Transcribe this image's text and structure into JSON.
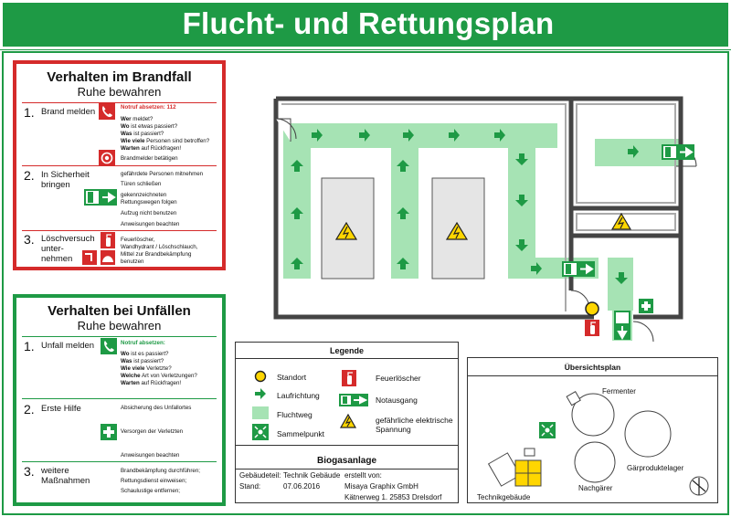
{
  "title": "Flucht- und Rettungsplan",
  "fire_panel": {
    "title": "Verhalten im Brandfall",
    "subtitle": "Ruhe bewahren",
    "steps": [
      {
        "num": "1.",
        "label": "Brand melden"
      },
      {
        "num": "2.",
        "label_line1": "In Sicherheit",
        "label_line2": "bringen"
      },
      {
        "num": "3.",
        "label_line1": "Löschversuch",
        "label_line2": "unter-",
        "label_line3": "nehmen"
      }
    ],
    "notruf": "Notruf absetzen: 112",
    "questions": [
      {
        "bold": "Wer",
        "rest": " meldet?"
      },
      {
        "bold": "Wo",
        "rest": " ist etwas passiert?"
      },
      {
        "bold": "Was",
        "rest": " ist passiert?"
      },
      {
        "bold": "Wie viele",
        "rest": " Personen sind betroffen?"
      },
      {
        "bold": "Warten",
        "rest": " auf Rückfragen!"
      }
    ],
    "brandmelder": "Brandmelder betätigen",
    "safety_lines": [
      "gefährdete Personen mitnehmen",
      "Türen schließen",
      "gekennzeichneten",
      "Rettungswegen folgen",
      "Aufzug nicht benutzen",
      "Anweisungen beachten"
    ],
    "extinguish_lines": [
      "Feuerlöscher,",
      "Wandhydrant / Löschschlauch,",
      "Mittel zur Brandbekämpfung",
      "benutzen"
    ]
  },
  "accident_panel": {
    "title": "Verhalten bei Unfällen",
    "subtitle": "Ruhe bewahren",
    "steps": [
      {
        "num": "1.",
        "label": "Unfall melden"
      },
      {
        "num": "2.",
        "label": "Erste Hilfe"
      },
      {
        "num": "3.",
        "label_line1": "weitere",
        "label_line2": "Maßnahmen"
      }
    ],
    "notruf": "Notruf absetzen:",
    "questions": [
      {
        "bold": "Wo",
        "rest": " ist es passiert?"
      },
      {
        "bold": "Was",
        "rest": " ist passiert?"
      },
      {
        "bold": "Wie viele",
        "rest": " Verletzte?"
      },
      {
        "bold": "Welche",
        "rest": " Art von Verletzungen?"
      },
      {
        "bold": "Warten",
        "rest": " auf Rückfragen!"
      }
    ],
    "first_aid_lines": [
      "Absicherung des Unfallortes",
      "Versorgen der Verletzten",
      "Anweisungen beachten"
    ],
    "measures_lines": [
      "Brandbekämpfung durchführen;",
      "Rettungsdienst einweisen;",
      "Schaulustige entfernen;"
    ]
  },
  "legend": {
    "title": "Legende",
    "items": {
      "standort": "Standort",
      "laufrichtung": "Laufrichtung",
      "fluchtweg": "Fluchtweg",
      "sammelpunkt": "Sammelpunkt",
      "feuerloescher": "Feuerlöscher",
      "notausgang": "Notausgang",
      "spannung_1": "gefährliche elektrische",
      "spannung_2": "Spannung"
    }
  },
  "info": {
    "title": "Biogasanlage",
    "gebaeudeteil_label": "Gebäudeteil:",
    "gebaeudeteil": "Technik Gebäude",
    "stand_label": "Stand:",
    "stand": "07.06.2016",
    "erstellt_label": "erstellt von:",
    "company": "Misaya Graphix GmbH",
    "address": "Kätnerweg 1. 25853 Drelsdorf"
  },
  "overview": {
    "title": "Übersichtsplan",
    "labels": {
      "fermenter": "Fermenter",
      "gaerprodukt": "Gärproduktelager",
      "nachgaerer": "Nachgärer",
      "technik": "Technikgebäude"
    }
  },
  "colors": {
    "brand_green": "#1e9a45",
    "escape_route": "#a6e3b4",
    "fire_red": "#d52b2b",
    "warning_yellow": "#ffd600"
  }
}
